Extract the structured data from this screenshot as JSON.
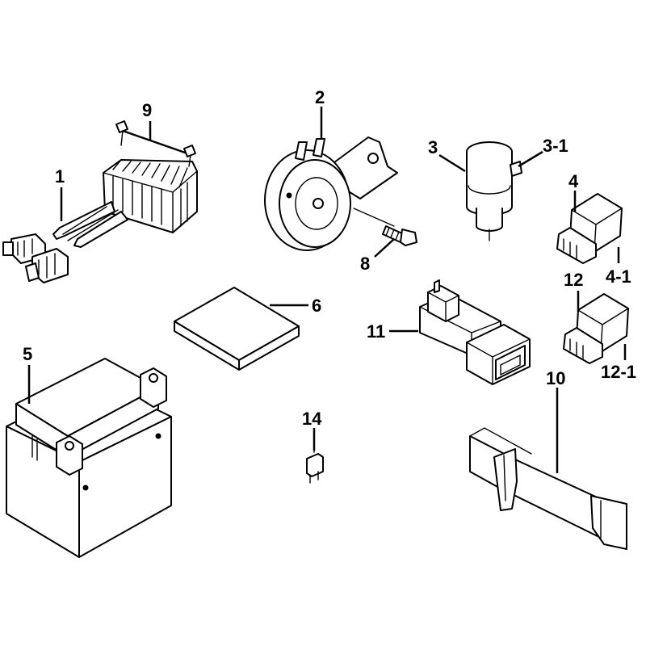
{
  "parts": [
    {
      "id": "p1",
      "label": "1"
    },
    {
      "id": "p2",
      "label": "2"
    },
    {
      "id": "p3",
      "label": "3"
    },
    {
      "id": "p3_1",
      "label": "3-1"
    },
    {
      "id": "p4",
      "label": "4"
    },
    {
      "id": "p4_1",
      "label": "4-1"
    },
    {
      "id": "p5",
      "label": "5"
    },
    {
      "id": "p6",
      "label": "6"
    },
    {
      "id": "p8",
      "label": "8"
    },
    {
      "id": "p9",
      "label": "9"
    },
    {
      "id": "p10",
      "label": "10"
    },
    {
      "id": "p11",
      "label": "11"
    },
    {
      "id": "p12",
      "label": "12"
    },
    {
      "id": "p12_1",
      "label": "12-1"
    },
    {
      "id": "p14",
      "label": "14"
    }
  ]
}
